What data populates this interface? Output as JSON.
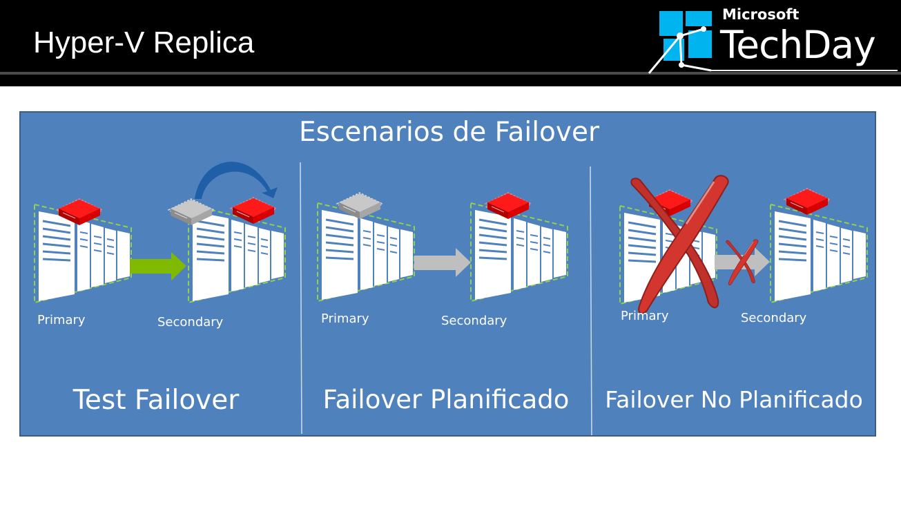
{
  "header": {
    "title": "Hyper-V Replica",
    "brand_small": "Microsoft",
    "brand_big": "TechDay"
  },
  "panel": {
    "title": "Escenarios de  Failover",
    "scenarios": [
      {
        "name": "Test Failover",
        "primary_label": "Primary",
        "secondary_label": "Secondary",
        "arrow_color": "#7fba00"
      },
      {
        "name": "Failover Planificado",
        "primary_label": "Primary",
        "secondary_label": "Secondary",
        "arrow_color": "#bfbfbf"
      },
      {
        "name": "Failover No Planificado",
        "primary_label": "Primary",
        "secondary_label": "Secondary",
        "arrow_color": "#bfbfbf"
      }
    ]
  },
  "colors": {
    "panel_bg": "#4f81bd",
    "vm_active": "#d00000",
    "vm_inactive": "#a6a6a6",
    "failure_mark": "#c0312b",
    "replication_arc": "#1f5fa8",
    "logo_blue": "#00b4f0"
  },
  "icons": [
    "server-rack-icon",
    "vm-box-icon",
    "arrow-right-icon",
    "curved-arrow-icon",
    "red-x-icon"
  ]
}
